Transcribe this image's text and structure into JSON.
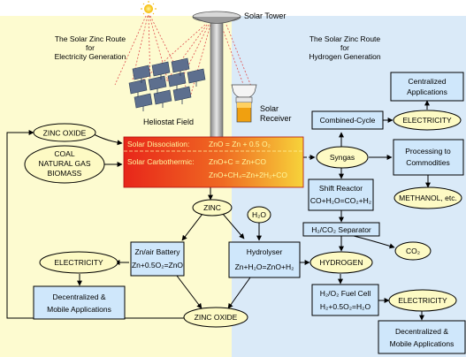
{
  "colors": {
    "left_panel": "#fdfbd0",
    "right_panel": "#daeaf8",
    "box_fill": "#cfe7fb",
    "ellipse_fill": "#fdfac4",
    "reactor_hot": "#e8261a",
    "reactor_warm": "#f7d33a",
    "reactor_text": "#fff8a0",
    "line": "#000000"
  },
  "top": {
    "tower_label": "Solar Tower",
    "heliostat_label": "Heliostat Field",
    "receiver_label_1": "Solar",
    "receiver_label_2": "Receiver"
  },
  "left_title": {
    "line1": "The Solar Zinc Route",
    "line2": "for",
    "line3": "Electricity Generation"
  },
  "right_title": {
    "line1": "The Solar Zinc Route",
    "line2": "for",
    "line3": "Hydrogen Generation"
  },
  "left_nodes": {
    "zinc_oxide_top": "ZINC OXIDE",
    "fuels_1": "COAL",
    "fuels_2": "NATURAL GAS",
    "fuels_3": "BIOMASS",
    "zinc": "ZINC",
    "battery_title": "Zn/air Battery",
    "battery_eq": "Zn+0.5O₂=ZnO",
    "electricity": "ELECTRICITY",
    "decentral_1": "Decentralized &",
    "decentral_2": "Mobile Applications",
    "zinc_oxide_bottom": "ZINC OXIDE"
  },
  "reactor": {
    "dissociation_label": "Solar Dissociation:",
    "dissociation_eq": "ZnO = Zn + 0.5 O₂",
    "carbothermic_label": "Solar Carbothermic:",
    "carbothermic_eq_1": "ZnO+C = Zn+CO",
    "carbothermic_eq_2": "ZnO+CH₄=Zn+2H₂+CO"
  },
  "right_nodes": {
    "combined_cycle": "Combined-Cycle",
    "electricity_top": "ELECTRICITY",
    "centralized_1": "Centralized",
    "centralized_2": "Applications",
    "syngas": "Syngas",
    "processing_1": "Processing to",
    "processing_2": "Commodities",
    "methanol": "METHANOL, etc.",
    "shift_title": "Shift Reactor",
    "shift_eq": "CO+H₂O=CO₂+H₂",
    "separator": "H₂/CO₂ Separator",
    "co2": "CO₂",
    "h2o": "H₂O",
    "hydrolyser_title": "Hydrolyser",
    "hydrolyser_eq": "Zn+H₂O=ZnO+H₂",
    "hydrogen": "HYDROGEN",
    "fuelcell_title": "H₂/O₂ Fuel Cell",
    "fuelcell_eq": "H₂+0.5O₂=H₂O",
    "electricity_bottom": "ELECTRICITY",
    "decentral_1": "Decentralized &",
    "decentral_2": "Mobile Applications"
  }
}
